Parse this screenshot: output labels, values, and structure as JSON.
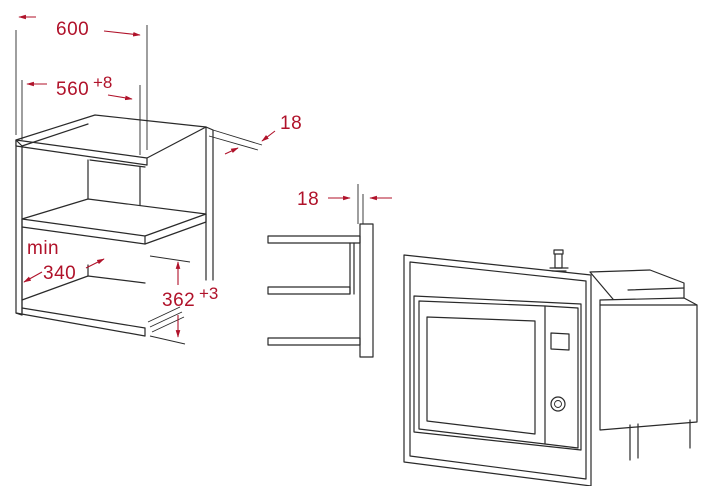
{
  "dimensions": {
    "cabinet_width": "600",
    "niche_width": "560",
    "niche_width_tolerance": "+8",
    "panel_thickness_top": "18",
    "panel_thickness_side": "18",
    "min_label": "min",
    "min_depth": "340",
    "niche_height": "362",
    "niche_height_tolerance": "+3"
  },
  "colors": {
    "dimension_text": "#b0122a",
    "line_art": "#2a2a2a"
  }
}
